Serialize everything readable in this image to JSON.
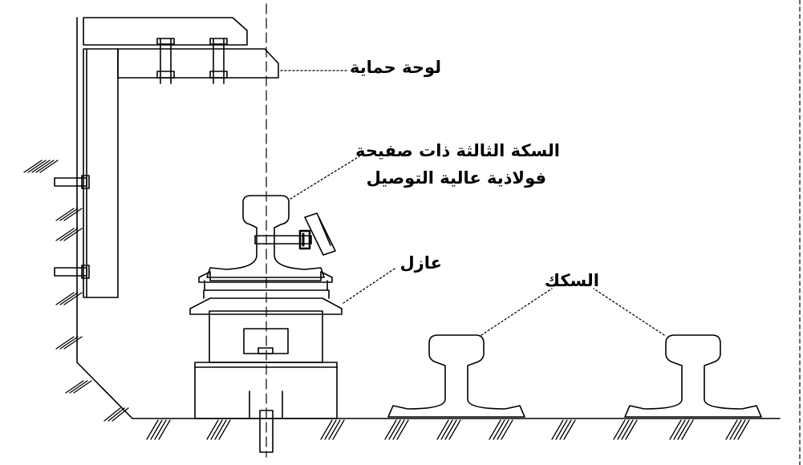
{
  "labels": {
    "protection_board": "لوحة حماية",
    "third_rail_line1": "السكة الثالثة ذات صفيحة",
    "third_rail_line2": "فولاذية عالية التوصيل",
    "insulator": "عازل",
    "rails": "السكك"
  },
  "colors": {
    "line": "#000000",
    "background": "#ffffff"
  }
}
